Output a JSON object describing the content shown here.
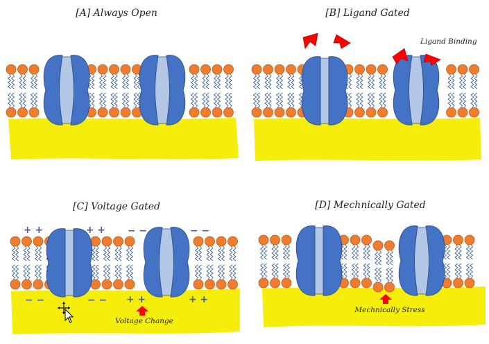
{
  "panels": [
    {
      "id": "A",
      "title": "[A] Always Open"
    },
    {
      "id": "B",
      "title": "[B] Ligand Gated",
      "annotation": "Ligand Binding"
    },
    {
      "id": "C",
      "title": "[C] Voltage Gated",
      "annotation": "Voltage Change",
      "top_signs": [
        "+ +",
        "+ +",
        "− −",
        "− −"
      ],
      "bottom_signs": [
        "− −",
        "− −",
        "+ +",
        "+ +"
      ]
    },
    {
      "id": "D",
      "title": "[D] Mechnically Gated",
      "annotation": "Mechnically Stress"
    }
  ],
  "colors": {
    "phospholipid_head": "#ed7d31",
    "phospholipid_tail": "#2f5597",
    "channel_protein": "#4472c4",
    "channel_pore": "#b4c7e7",
    "cytoplasm": "#f5ee0c",
    "ligand": "#ff0000",
    "arrow": "#ff0000",
    "charge": "#44599a"
  },
  "cursor_icon": "move-cursor-icon"
}
